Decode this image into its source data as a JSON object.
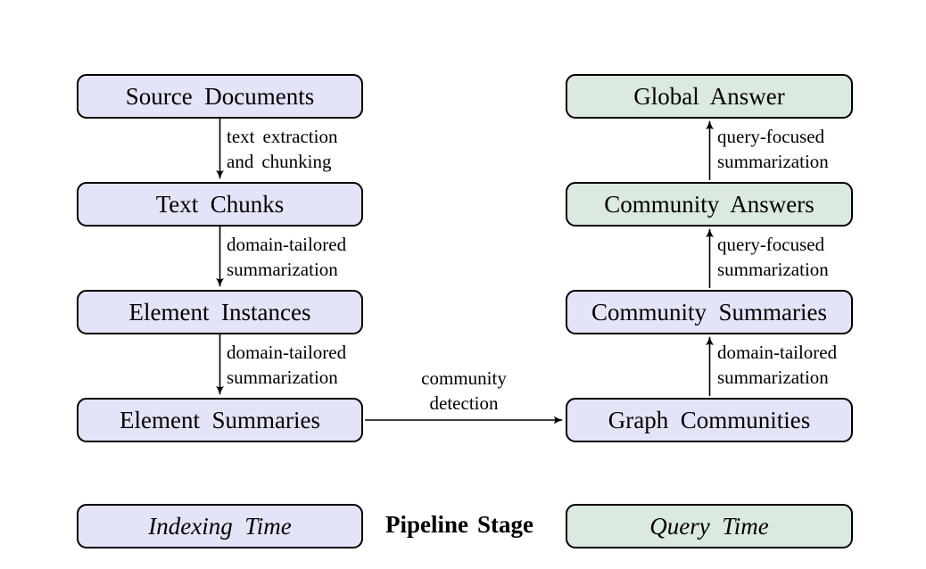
{
  "colors": {
    "indexing_fill": "#E4E4F8",
    "query_fill": "#DBE9DE",
    "node_border": "#000000",
    "text": "#000000",
    "background": "#FFFFFF"
  },
  "nodes": [
    {
      "id": "source-documents",
      "label": "Source Documents",
      "stage": "indexing"
    },
    {
      "id": "text-chunks",
      "label": "Text Chunks",
      "stage": "indexing"
    },
    {
      "id": "element-instances",
      "label": "Element Instances",
      "stage": "indexing"
    },
    {
      "id": "element-summaries",
      "label": "Element Summaries",
      "stage": "indexing"
    },
    {
      "id": "graph-communities",
      "label": "Graph Communities",
      "stage": "indexing"
    },
    {
      "id": "community-summaries",
      "label": "Community Summaries",
      "stage": "indexing"
    },
    {
      "id": "community-answers",
      "label": "Community Answers",
      "stage": "query"
    },
    {
      "id": "global-answer",
      "label": "Global Answer",
      "stage": "query"
    }
  ],
  "edges": [
    {
      "from": "source-documents",
      "to": "text-chunks",
      "label": "text extraction\nand chunking"
    },
    {
      "from": "text-chunks",
      "to": "element-instances",
      "label": "domain-tailored\nsummarization"
    },
    {
      "from": "element-instances",
      "to": "element-summaries",
      "label": "domain-tailored\nsummarization"
    },
    {
      "from": "element-summaries",
      "to": "graph-communities",
      "label": "community\ndetection"
    },
    {
      "from": "graph-communities",
      "to": "community-summaries",
      "label": "domain-tailored\nsummarization"
    },
    {
      "from": "community-summaries",
      "to": "community-answers",
      "label": "query-focused\nsummarization"
    },
    {
      "from": "community-answers",
      "to": "global-answer",
      "label": "query-focused\nsummarization"
    }
  ],
  "legend": {
    "indexing_label": "Indexing Time",
    "pipeline_stage_label": "Pipeline Stage",
    "query_label": "Query Time"
  }
}
